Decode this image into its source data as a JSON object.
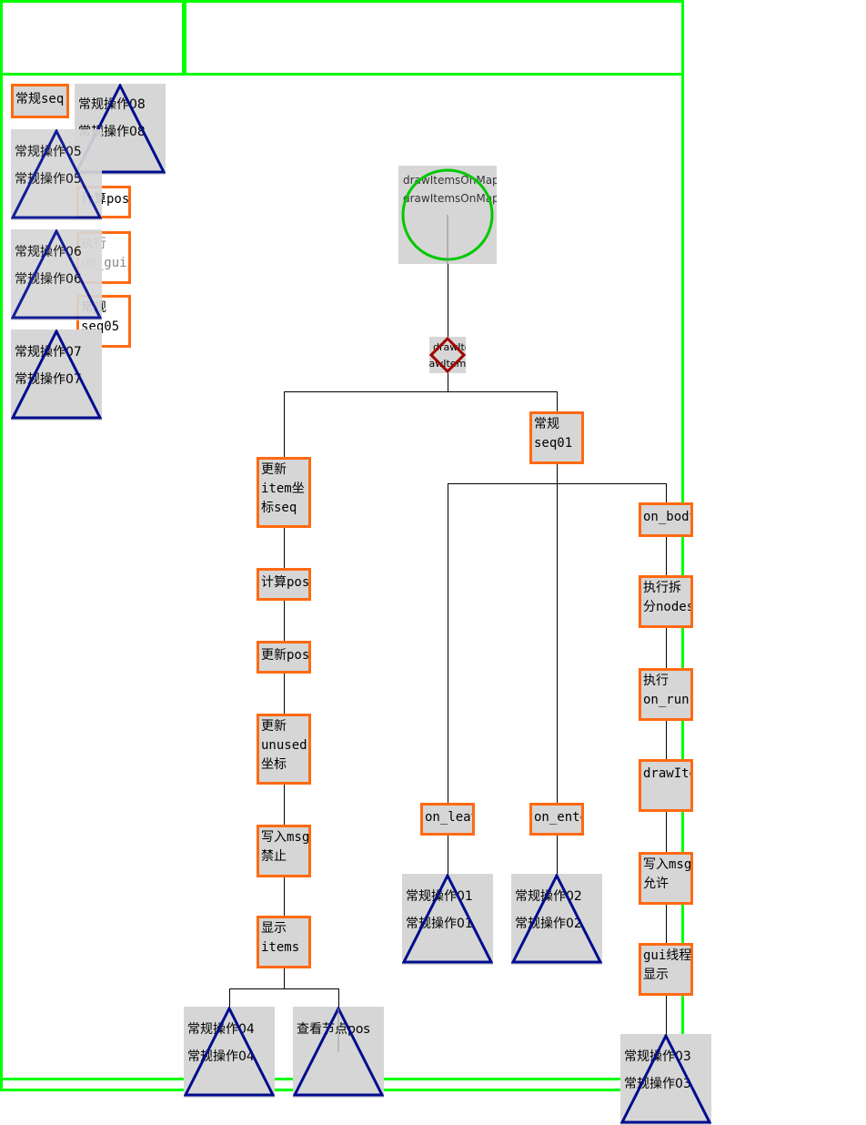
{
  "root": {
    "label_1": "drawItemsOnMap",
    "label_2": "drawItemsOnMap"
  },
  "selector": {
    "label": "drawItemsOnMap"
  },
  "seq_nodes": {
    "seq01": "常规\nseq01",
    "update_item_coords": "更新\nitem坐\n标seq",
    "calc_pos_main": "计算pos",
    "update_pos": "更新pos",
    "update_unused": "更新\nunused\n坐标",
    "write_msg_forbid": "写入msg\n禁止",
    "show_items": "显示\nitems",
    "on_leave": "on_leave",
    "on_enter": "on_enter",
    "on_body": "on_body",
    "exec_split": "执行拆\n分nodes",
    "exec_run": "执行\non_run",
    "draw_items": "drawItems",
    "write_msg_allow": "写入msg\n允许",
    "gui_show": "gui线程\n显示",
    "corner_seq": "常规seq",
    "calc_pos_small": "计算pos",
    "exec_gui": "执行\non_gui_u",
    "seq05": "常规\nseq05"
  },
  "actions": {
    "op01": {
      "l1": "常规操作01",
      "l2": "常规操作01"
    },
    "op02": {
      "l1": "常规操作02",
      "l2": "常规操作02"
    },
    "op03": {
      "l1": "常规操作03",
      "l2": "常规操作03"
    },
    "op04": {
      "l1": "常规操作04",
      "l2": "常规操作04"
    },
    "check_pos": {
      "l1": "查看节点pos"
    },
    "op05": {
      "l1": "常规操作05",
      "l2": "常规操作05"
    },
    "op06": {
      "l1": "常规操作06",
      "l2": "常规操作06"
    },
    "op07": {
      "l1": "常规操作07",
      "l2": "常规操作07"
    },
    "op08": {
      "l1": "常规操作08",
      "l2": "常规操作08"
    }
  },
  "colors": {
    "frame": "#00ff00",
    "sequence": "#ff6a12",
    "action": "#000c8e",
    "root": "#00c800",
    "selector": "#a00000",
    "node_bg": "#d6d6d6"
  }
}
